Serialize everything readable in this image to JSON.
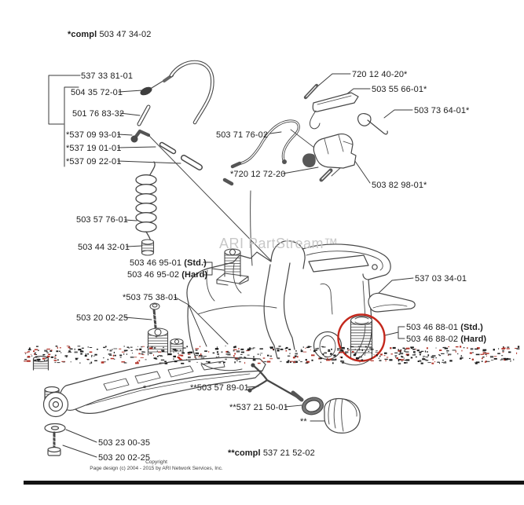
{
  "watermark": "ARI PartStream™",
  "colors": {
    "highlight_red": "#c4281c",
    "line": "#474747",
    "noise_dark": "#1d1d1d",
    "noise_mid": "#5a5a5a",
    "noise_red": "#b23228"
  },
  "labels": {
    "ncompl_top": {
      "pre": "*compl ",
      "num": "503 47 34-02",
      "suf": ""
    },
    "n537338101": {
      "pre": "",
      "num": "537 33 81-01",
      "suf": ""
    },
    "n504357201": {
      "pre": "",
      "num": "504 35 72-01",
      "suf": ""
    },
    "n501768332": {
      "pre": "",
      "num": "501 76 83-32",
      "suf": ""
    },
    "n537099301": {
      "pre": "",
      "num": "*537 09 93-01",
      "suf": ""
    },
    "n537190101": {
      "pre": "",
      "num": "*537 19 01-01",
      "suf": ""
    },
    "n537092201": {
      "pre": "",
      "num": "*537 09 22-01",
      "suf": ""
    },
    "n503577601": {
      "pre": "",
      "num": "503 57 76-01",
      "suf": ""
    },
    "n503443201": {
      "pre": "",
      "num": "503 44 32-01",
      "suf": ""
    },
    "n503469501": {
      "pre": "",
      "num": "503 46 95-01",
      "suf": " (Std.)"
    },
    "n503469502": {
      "pre": "",
      "num": "503 46 95-02",
      "suf": " (Hard)"
    },
    "n503753801": {
      "pre": "",
      "num": "*503 75 38-01",
      "suf": ""
    },
    "n503200225m": {
      "pre": "",
      "num": "503 20 02-25",
      "suf": ""
    },
    "n720124020": {
      "pre": "",
      "num": "720 12 40-20*",
      "suf": ""
    },
    "n503556601": {
      "pre": "",
      "num": "503 55 66-01*",
      "suf": ""
    },
    "n503736401": {
      "pre": "",
      "num": "503 73 64-01*",
      "suf": ""
    },
    "n503717602": {
      "pre": "",
      "num": "503 71 76-02",
      "suf": ""
    },
    "n720127220": {
      "pre": "",
      "num": "*720 12 72-20",
      "suf": ""
    },
    "n503829801": {
      "pre": "",
      "num": "503 82 98-01*",
      "suf": ""
    },
    "n537033401": {
      "pre": "",
      "num": "537 03 34-01",
      "suf": ""
    },
    "n503468801": {
      "pre": "",
      "num": "503 46 88-01",
      "suf": " (Std.)"
    },
    "n503468802": {
      "pre": "",
      "num": "503 46 88-02",
      "suf": " (Hard)"
    },
    "star": {
      "pre": "",
      "num": "*",
      "suf": ""
    },
    "n503578901": {
      "pre": "",
      "num": "**503 57 89-01",
      "suf": ""
    },
    "n537215001": {
      "pre": "",
      "num": "**537 21 50-01",
      "suf": ""
    },
    "dstar": {
      "pre": "",
      "num": "**",
      "suf": ""
    },
    "ncompl_bottom": {
      "pre": "**compl ",
      "num": "537 21 52-02",
      "suf": ""
    },
    "n503230035": {
      "pre": "",
      "num": "503 23 00-35",
      "suf": ""
    },
    "n503200225b": {
      "pre": "",
      "num": "503 20 02-25",
      "suf": ""
    }
  },
  "footer": {
    "line1": "Copyright",
    "line2": "Page design (c) 2004 - 2015 by ARI Network Services, Inc."
  }
}
